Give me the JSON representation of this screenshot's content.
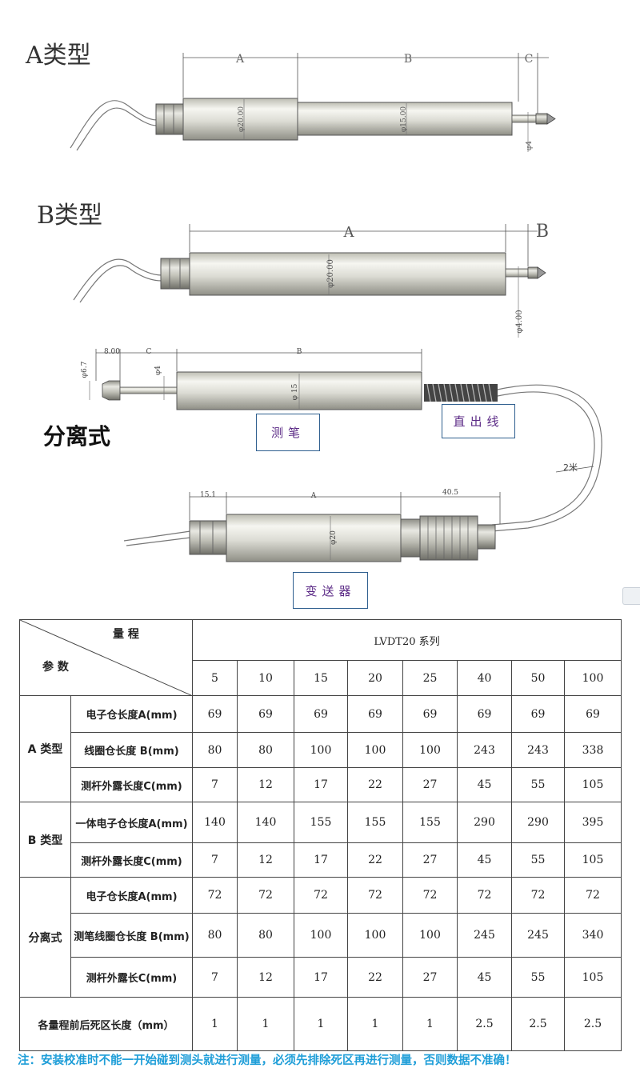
{
  "titles": {
    "type_a": "A类型",
    "type_b": "B类型",
    "split": "分离式"
  },
  "dims": {
    "a_A": "A",
    "a_B": "B",
    "a_C": "C",
    "a_d20": "φ20.00",
    "a_d15": "φ15.00",
    "a_d4": "φ4",
    "b_A": "A",
    "b_B": "B",
    "b_d20": "φ20.00",
    "b_d4": "φ4.00",
    "p_8": "8.00",
    "p_C": "C",
    "p_B": "B",
    "p_d67": "φ6.7",
    "p_d4": "φ4",
    "p_d15": "φ 15",
    "t_151": "15.1",
    "t_A": "A",
    "t_405": "40.5",
    "t_d20": "φ20",
    "cable": "2米"
  },
  "boxes": {
    "probe": "测笔",
    "direct_lead": "直出线",
    "transmitter": "变送器"
  },
  "table": {
    "header_range": "量 程",
    "header_param": "参 数",
    "series": "LVDT20 系列",
    "ranges": [
      "5",
      "10",
      "15",
      "20",
      "25",
      "40",
      "50",
      "100"
    ],
    "groups": [
      {
        "name": "A 类型",
        "rows": [
          {
            "param": "电子仓长度A(mm)",
            "values": [
              "69",
              "69",
              "69",
              "69",
              "69",
              "69",
              "69",
              "69"
            ]
          },
          {
            "param": "线圈仓长度 B(mm)",
            "values": [
              "80",
              "80",
              "100",
              "100",
              "100",
              "243",
              "243",
              "338"
            ]
          },
          {
            "param": "测杆外露长度C(mm)",
            "values": [
              "7",
              "12",
              "17",
              "22",
              "27",
              "45",
              "55",
              "105"
            ]
          }
        ]
      },
      {
        "name": "B 类型",
        "rows": [
          {
            "param": "一体电子仓长度A(mm)",
            "values": [
              "140",
              "140",
              "155",
              "155",
              "155",
              "290",
              "290",
              "395"
            ]
          },
          {
            "param": "测杆外露长度C(mm)",
            "values": [
              "7",
              "12",
              "17",
              "22",
              "27",
              "45",
              "55",
              "105"
            ]
          }
        ]
      },
      {
        "name": "分离式",
        "rows": [
          {
            "param": "电子仓长度A(mm)",
            "values": [
              "72",
              "72",
              "72",
              "72",
              "72",
              "72",
              "72",
              "72"
            ]
          },
          {
            "param": "测笔线圈仓长度 B(mm)",
            "values": [
              "80",
              "80",
              "100",
              "100",
              "100",
              "245",
              "245",
              "340"
            ]
          },
          {
            "param": "测杆外露长C(mm)",
            "values": [
              "7",
              "12",
              "17",
              "22",
              "27",
              "45",
              "55",
              "105"
            ]
          }
        ]
      }
    ],
    "dead_zone": {
      "label": "各量程前后死区长度（mm）",
      "values": [
        "1",
        "1",
        "1",
        "1",
        "1",
        "2.5",
        "2.5",
        "2.5"
      ]
    }
  },
  "note": "注：安装校准时不能一开始碰到测头就进行测量，必须先排除死区再进行测量，否则数据不准确！"
}
